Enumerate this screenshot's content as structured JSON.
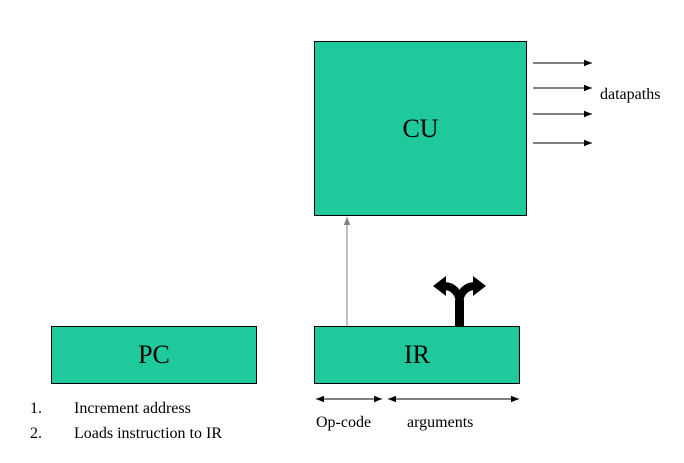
{
  "blocks": {
    "cu": "CU",
    "pc": "PC",
    "ir": "IR"
  },
  "labels": {
    "datapaths": "datapaths",
    "opcode": "Op-code",
    "arguments": "arguments"
  },
  "steps": [
    {
      "num": "1.",
      "text": "Increment address"
    },
    {
      "num": "2.",
      "text": "Loads instruction to IR"
    }
  ],
  "colors": {
    "block_fill": "#1fc99c",
    "stroke": "#000000",
    "connector": "#808080"
  }
}
